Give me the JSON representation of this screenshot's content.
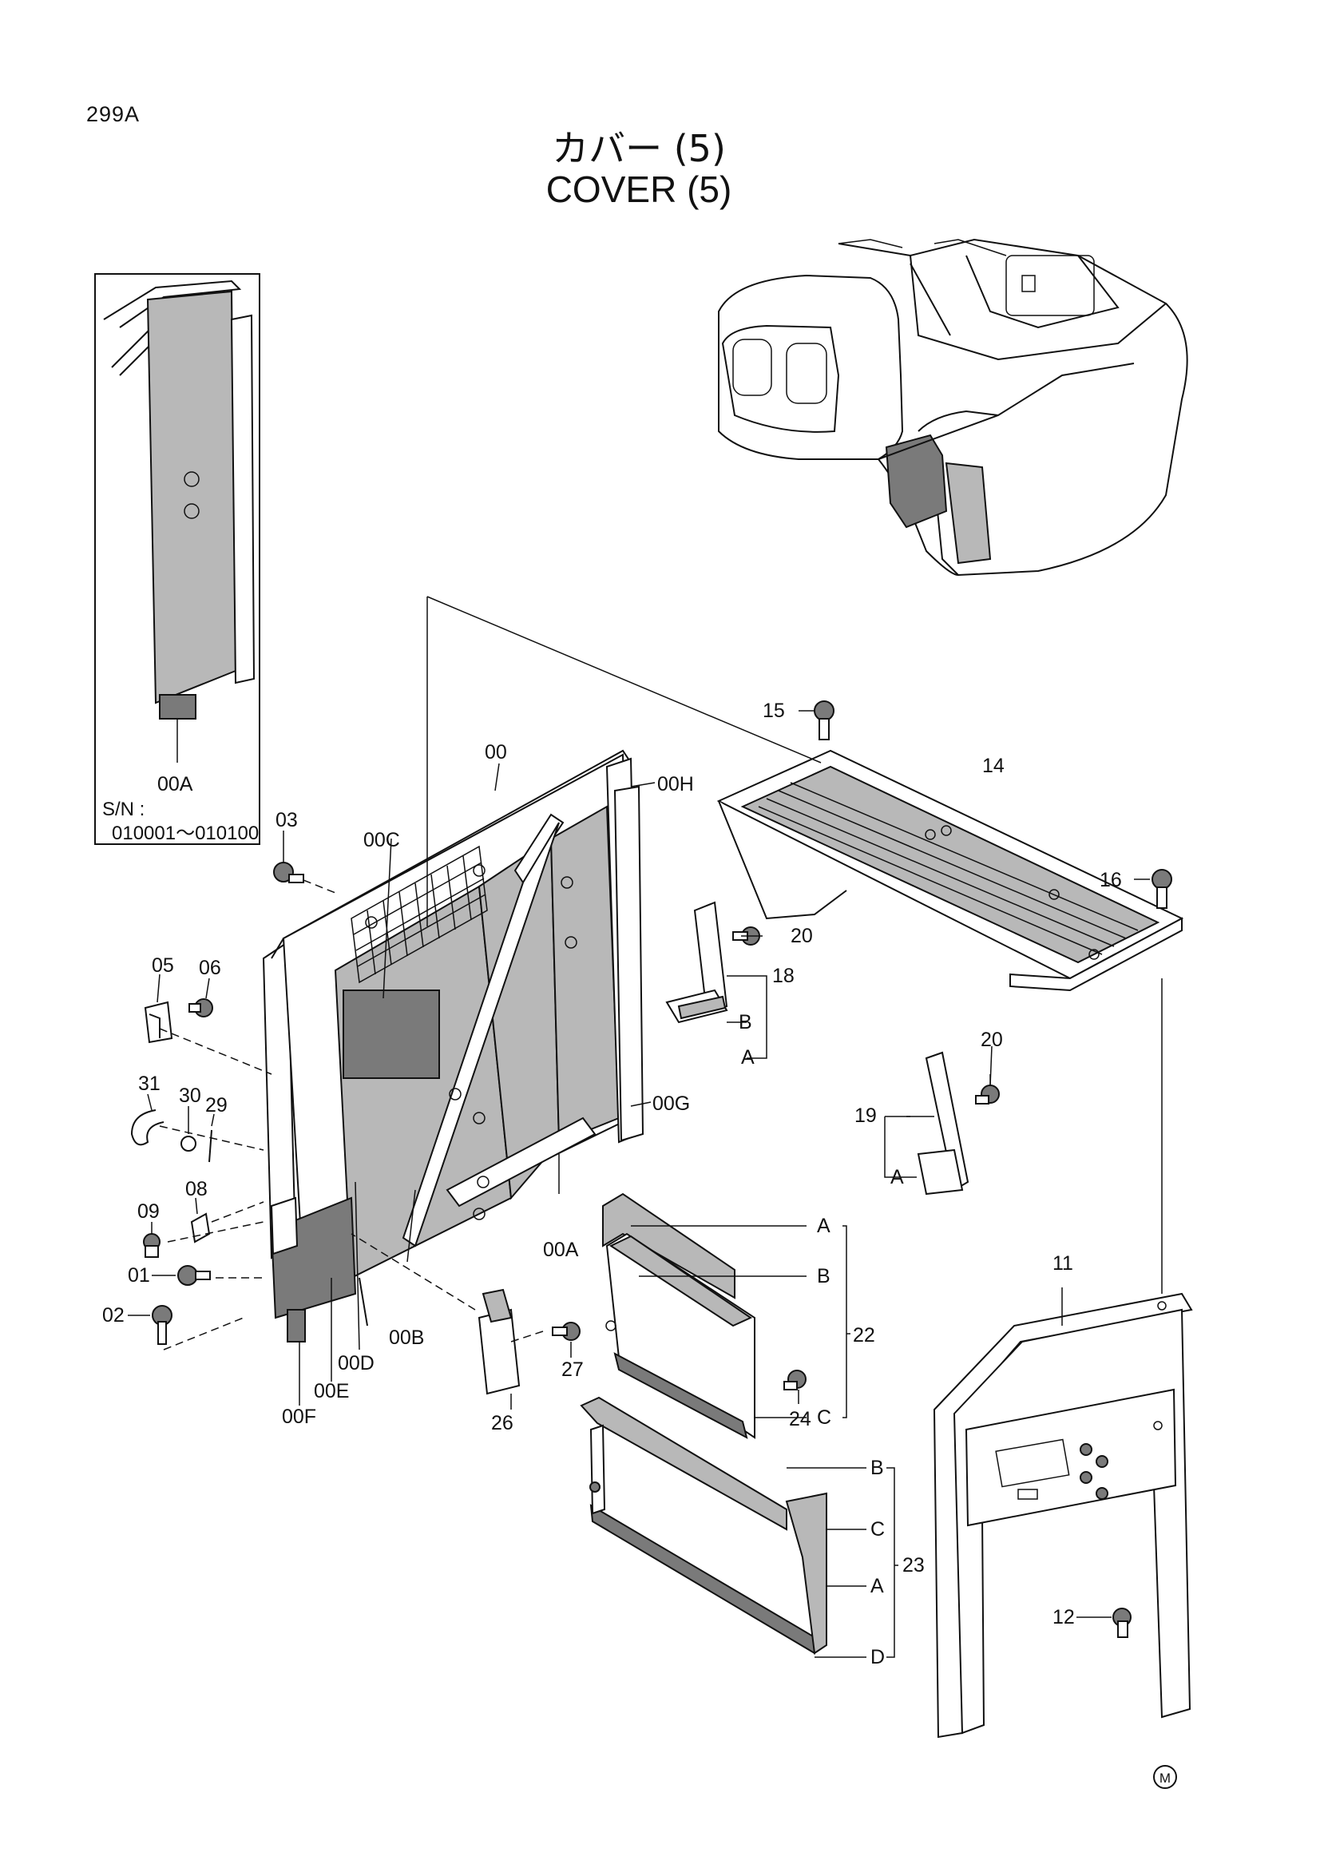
{
  "header": {
    "page_code": "299A",
    "title_jp": "カバー (5)",
    "title_en": "COVER (5)"
  },
  "inset": {
    "part_label": "00A",
    "serial_label": "S/N :",
    "serial_range": "010001～010100"
  },
  "callouts": {
    "p00": "00",
    "p00A": "00A",
    "p00B": "00B",
    "p00C": "00C",
    "p00D": "00D",
    "p00E": "00E",
    "p00F": "00F",
    "p00G": "00G",
    "p00H": "00H",
    "p01": "01",
    "p02": "02",
    "p03": "03",
    "p05": "05",
    "p06": "06",
    "p08": "08",
    "p09": "09",
    "p11": "11",
    "p12": "12",
    "p14": "14",
    "p15": "15",
    "p16": "16",
    "p18": "18",
    "p19": "19",
    "p20a": "20",
    "p20b": "20",
    "p22": "22",
    "p23": "23",
    "p24": "24",
    "p26": "26",
    "p27": "27",
    "p29": "29",
    "p30": "30",
    "p31": "31"
  },
  "sub_letters": {
    "s18A": "A",
    "s18B": "B",
    "s19A": "A",
    "s22A": "A",
    "s22B": "B",
    "s22C": "C",
    "s23A": "A",
    "s23B": "B",
    "s23C": "C",
    "s23D": "D"
  },
  "footer": {
    "mark": "M"
  },
  "colors": {
    "line": "#111111",
    "shade": "#b8b8b8",
    "dark_shade": "#7a7a7a",
    "paper": "#ffffff"
  }
}
